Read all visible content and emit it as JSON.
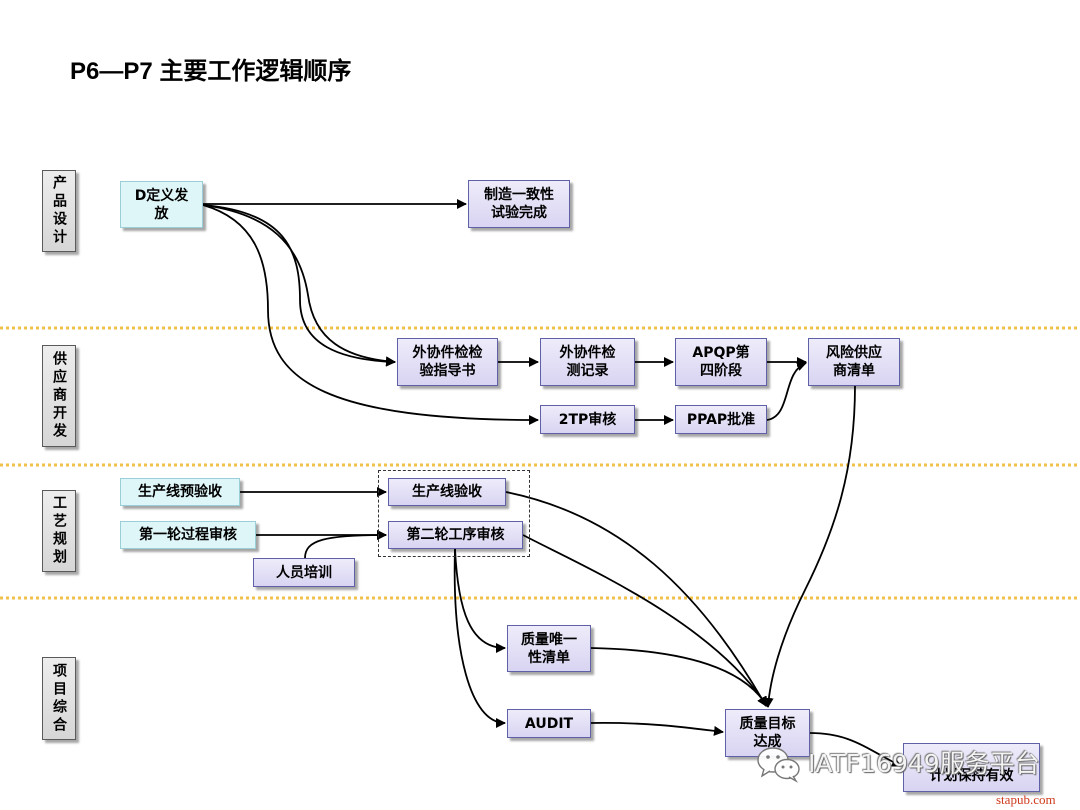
{
  "title": "P6—P7 主要工作逻辑顺序",
  "lanes": {
    "product_design": "产品设计",
    "supplier_dev": "供应商开发",
    "process_planning": "工艺规划",
    "project_integration": "项目综合"
  },
  "nodes": {
    "d_release": "D定义发\n放",
    "mfg_consistency": "制造一致性\n试验完成",
    "outsource_guide": "外协件检检\n验指导书",
    "outsource_record": "外协件检\n测记录",
    "apqp4": "APQP第\n四阶段",
    "risk_supplier": "风险供应\n商清单",
    "tp_audit": "2TP审核",
    "ppap": "PPAP批准",
    "line_pre_accept": "生产线预验收",
    "first_audit": "第一轮过程审核",
    "training": "人员培训",
    "line_accept": "生产线验收",
    "second_audit": "第二轮工序审核",
    "quality_uniqueness": "质量唯一\n性清单",
    "audit": "AUDIT",
    "quality_goal": "质量目标\n达成",
    "plan_effective": "计划保持有效"
  },
  "watermark": {
    "icon": "wechat-icon",
    "text": "IATF16949服务平台",
    "site": "stapub.com"
  },
  "colors": {
    "lane_separator": "#F0C24B",
    "node_fill": "#D8D4F2",
    "node_border": "#5F61A6",
    "start_fill": "#DFF6F9",
    "start_border": "#9BCFD8",
    "lane_fill": "#D6D6D6",
    "lane_border": "#5A5A5A",
    "site_color": "#D03A1C"
  }
}
